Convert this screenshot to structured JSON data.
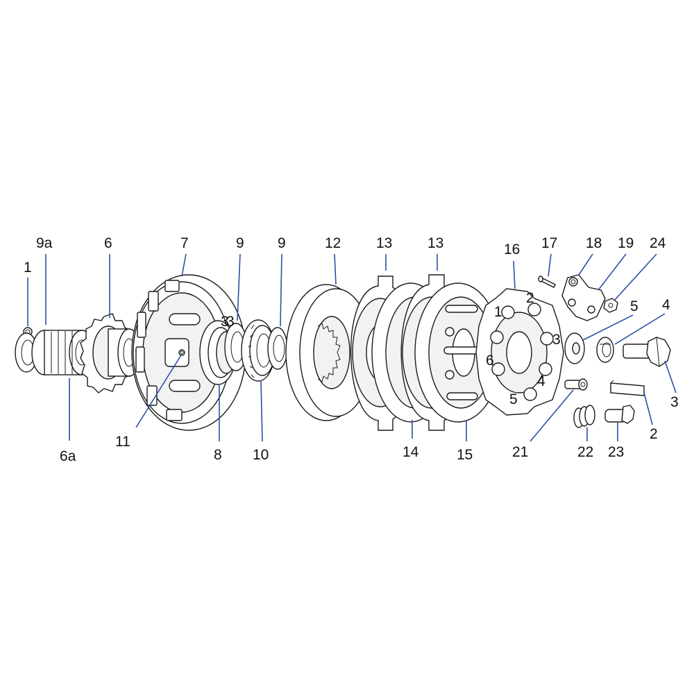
{
  "colors": {
    "leader": "#2a4fa3",
    "outline": "#1a1a1a",
    "background": "#ffffff"
  },
  "labels": {
    "l1": "1",
    "l9a": "9a",
    "l6": "6",
    "l6a": "6a",
    "l7": "7",
    "l9_left": "9",
    "l9_right": "9",
    "l8": "8",
    "l10": "10",
    "l11": "11",
    "l12": "12",
    "l13_left": "13",
    "l13_right": "13",
    "l14": "14",
    "l15": "15",
    "l16": "16",
    "l17": "17",
    "l18": "18",
    "l19": "19",
    "l24": "24",
    "l5": "5",
    "l4": "4",
    "l3": "3",
    "l2": "2",
    "l21": "21",
    "l22": "22",
    "l23": "23"
  },
  "hub_numbers": {
    "n1": "1",
    "n2": "2",
    "n3": "3",
    "n4": "4",
    "n5": "5",
    "n6": "6"
  },
  "drum_marks": {
    "m1": "3",
    "m2": "3"
  }
}
